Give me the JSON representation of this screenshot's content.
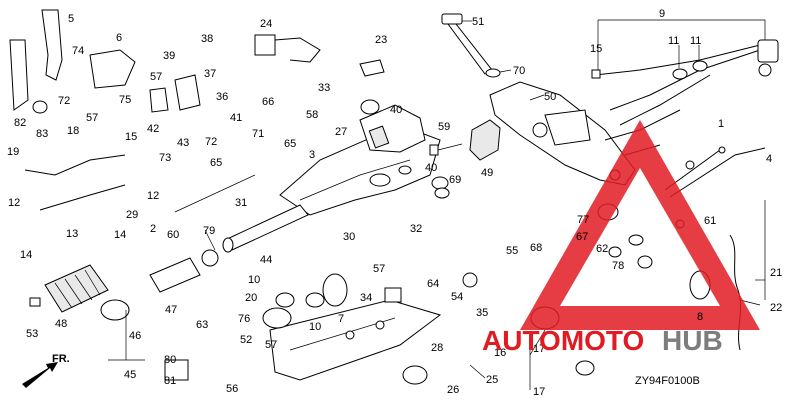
{
  "diagram": {
    "code": "ZY94F0100B",
    "front_label": "FR.",
    "watermark": {
      "text_auto": "AUTOMOTO",
      "text_hub": "HUB",
      "red": "#e11b22",
      "gray": "#7d7d7d"
    },
    "labels": [
      {
        "t": "5"
      },
      {
        "t": "74"
      },
      {
        "t": "6"
      },
      {
        "t": "39"
      },
      {
        "t": "38"
      },
      {
        "t": "24"
      },
      {
        "t": "23"
      },
      {
        "t": "51"
      },
      {
        "t": "9"
      },
      {
        "t": "82"
      },
      {
        "t": "83"
      },
      {
        "t": "72"
      },
      {
        "t": "75"
      },
      {
        "t": "57"
      },
      {
        "t": "37"
      },
      {
        "t": "36"
      },
      {
        "t": "33"
      },
      {
        "t": "70"
      },
      {
        "t": "15"
      },
      {
        "t": "11"
      },
      {
        "t": "11"
      },
      {
        "t": "50"
      },
      {
        "t": "40"
      },
      {
        "t": "66"
      },
      {
        "t": "58"
      },
      {
        "t": "41"
      },
      {
        "t": "42"
      },
      {
        "t": "57"
      },
      {
        "t": "73"
      },
      {
        "t": "43"
      },
      {
        "t": "18"
      },
      {
        "t": "15"
      },
      {
        "t": "72"
      },
      {
        "t": "71"
      },
      {
        "t": "65"
      },
      {
        "t": "65"
      },
      {
        "t": "3"
      },
      {
        "t": "27"
      },
      {
        "t": "59"
      },
      {
        "t": "1"
      },
      {
        "t": "4"
      },
      {
        "t": "19"
      },
      {
        "t": "12"
      },
      {
        "t": "31"
      },
      {
        "t": "49"
      },
      {
        "t": "40"
      },
      {
        "t": "69"
      },
      {
        "t": "12"
      },
      {
        "t": "29"
      },
      {
        "t": "2"
      },
      {
        "t": "60"
      },
      {
        "t": "79"
      },
      {
        "t": "13"
      },
      {
        "t": "14"
      },
      {
        "t": "14"
      },
      {
        "t": "77"
      },
      {
        "t": "61"
      },
      {
        "t": "67"
      },
      {
        "t": "62"
      },
      {
        "t": "78"
      },
      {
        "t": "55"
      },
      {
        "t": "68"
      },
      {
        "t": "30"
      },
      {
        "t": "32"
      },
      {
        "t": "44"
      },
      {
        "t": "57"
      },
      {
        "t": "10"
      },
      {
        "t": "64"
      },
      {
        "t": "54"
      },
      {
        "t": "21"
      },
      {
        "t": "47"
      },
      {
        "t": "20"
      },
      {
        "t": "34"
      },
      {
        "t": "7"
      },
      {
        "t": "22"
      },
      {
        "t": "53"
      },
      {
        "t": "48"
      },
      {
        "t": "46"
      },
      {
        "t": "63"
      },
      {
        "t": "76"
      },
      {
        "t": "52"
      },
      {
        "t": "10"
      },
      {
        "t": "35"
      },
      {
        "t": "8"
      },
      {
        "t": "57"
      },
      {
        "t": "28"
      },
      {
        "t": "16"
      },
      {
        "t": "17"
      },
      {
        "t": "45"
      },
      {
        "t": "80"
      },
      {
        "t": "81"
      },
      {
        "t": "56"
      },
      {
        "t": "25"
      },
      {
        "t": "26"
      },
      {
        "t": "17"
      }
    ]
  }
}
